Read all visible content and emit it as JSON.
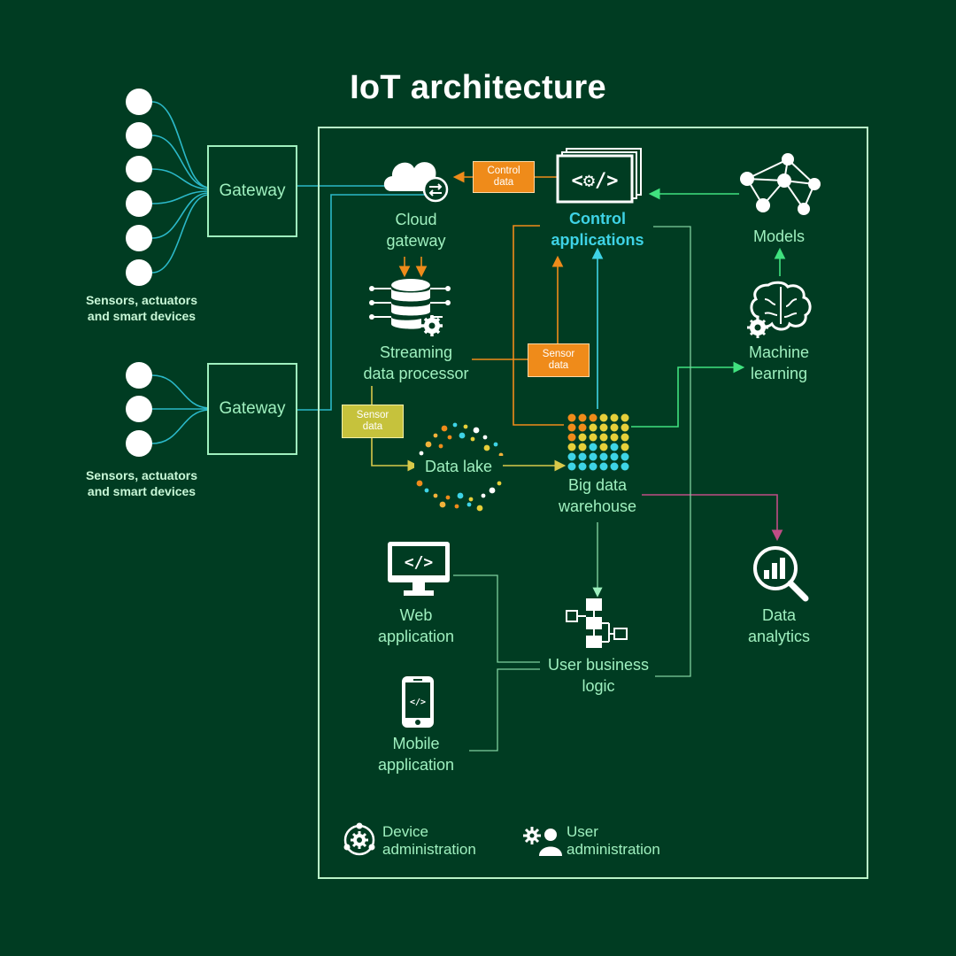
{
  "title": "IoT architecture",
  "colors": {
    "background": "#003c22",
    "mint": "#9ff0bf",
    "cyan": "#3ed3e6",
    "orange": "#ef8b1a",
    "yellow": "#c6c23c",
    "magenta": "#b4376d"
  },
  "devices": {
    "group1_label": "Sensors, actuators\nand smart devices",
    "group2_label": "Sensors, actuators\nand smart devices",
    "group1_count": 6,
    "group2_count": 3
  },
  "gateways": [
    "Gateway",
    "Gateway"
  ],
  "nodes": {
    "cloud_gateway": "Cloud\ngateway",
    "control_applications": "Control\napplications",
    "models": "Models",
    "machine_learning": "Machine\nlearning",
    "streaming": "Streaming\ndata processor",
    "data_lake": "Data lake",
    "big_data": "Big data\nwarehouse",
    "data_analytics": "Data\nanalytics",
    "web_app": "Web\napplication",
    "mobile_app": "Mobile\napplication",
    "user_business_logic": "User business\nlogic"
  },
  "tags": {
    "control_data": "Control\ndata",
    "sensor_data_1": "Sensor\ndata",
    "sensor_data_2": "Sensor\ndata"
  },
  "admin": {
    "device": "Device\nadministration",
    "user": "User\nadministration"
  },
  "icons": {
    "cloud": "cloud-sync-icon",
    "code_windows": "code-windows-icon",
    "network": "neural-network-icon",
    "brain": "brain-gear-icon",
    "database": "database-gear-icon",
    "lake": "dot-cloud-icon",
    "warehouse": "dot-grid-icon",
    "analytics": "magnifier-chart-icon",
    "monitor": "monitor-code-icon",
    "phone": "phone-code-icon",
    "flow": "flowchart-icon",
    "device_admin": "device-admin-icon",
    "user_admin": "user-admin-icon"
  }
}
